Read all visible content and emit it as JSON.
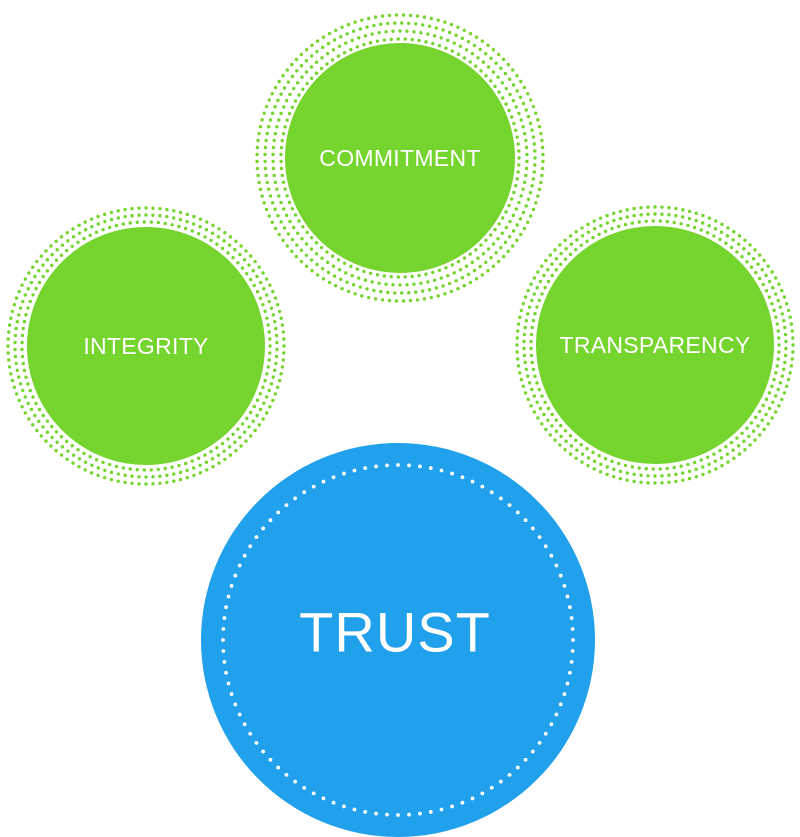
{
  "diagram": {
    "nodes": {
      "commitment": {
        "label": "COMMITMENT"
      },
      "integrity": {
        "label": "INTEGRITY"
      },
      "transparency": {
        "label": "TRANSPARENCY"
      },
      "trust": {
        "label": "TRUST"
      }
    },
    "colors": {
      "value_circle": "#76d42f",
      "value_dots": "#76d42f",
      "trust_circle": "#21a1ec",
      "trust_dots": "#ffffff"
    }
  }
}
